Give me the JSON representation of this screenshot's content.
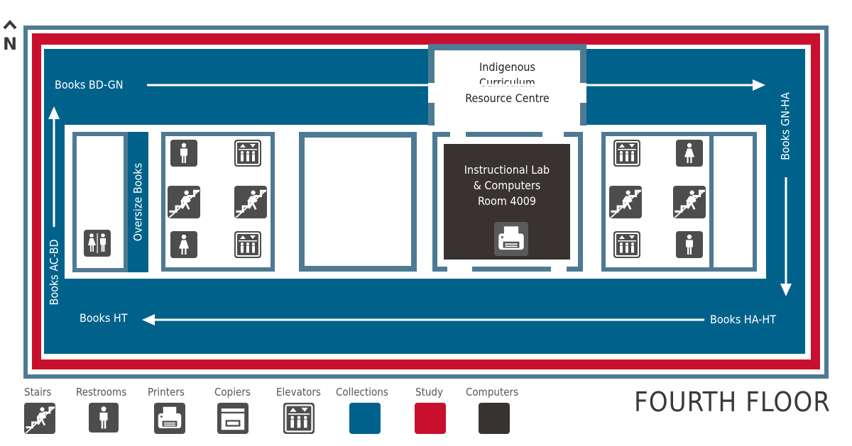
{
  "compass": {
    "label": "N"
  },
  "map": {
    "collections": [
      {
        "id": "bd-gn",
        "label": "Books BD-GN"
      },
      {
        "id": "gn-ha",
        "label": "Books GN-HA"
      },
      {
        "id": "ha-ht",
        "label": "Books HA-HT"
      },
      {
        "id": "ht",
        "label": "Books HT"
      },
      {
        "id": "ac-bd",
        "label": "Books AC-BD"
      },
      {
        "id": "oversize",
        "label": "Oversize Books"
      }
    ],
    "rooms": {
      "indigenous": {
        "line1": "Indigenous",
        "line2": "Curriculum",
        "line3": "Resource Centre"
      },
      "lab": {
        "line1": "Instructional Lab",
        "line2": "& Computers",
        "line3": "Room 4009"
      }
    }
  },
  "legend": {
    "items": [
      {
        "label": "Stairs",
        "icon": "stairs-icon"
      },
      {
        "label": "Restrooms",
        "icon": "restroom-icon"
      },
      {
        "label": "Printers",
        "icon": "printer-icon"
      },
      {
        "label": "Copiers",
        "icon": "copier-icon"
      },
      {
        "label": "Elevators",
        "icon": "elevator-icon"
      },
      {
        "label": "Collections",
        "icon": "swatch",
        "color": "#00628b"
      },
      {
        "label": "Study",
        "icon": "swatch",
        "color": "#c8102e"
      },
      {
        "label": "Computers",
        "icon": "swatch",
        "color": "#383330"
      }
    ]
  },
  "floor_title": "FOURTH FLOOR",
  "colors": {
    "collections": "#00628b",
    "study": "#c8102e",
    "computers": "#383330",
    "walls": "#4e7a93",
    "icon": "#4d4d4d"
  }
}
